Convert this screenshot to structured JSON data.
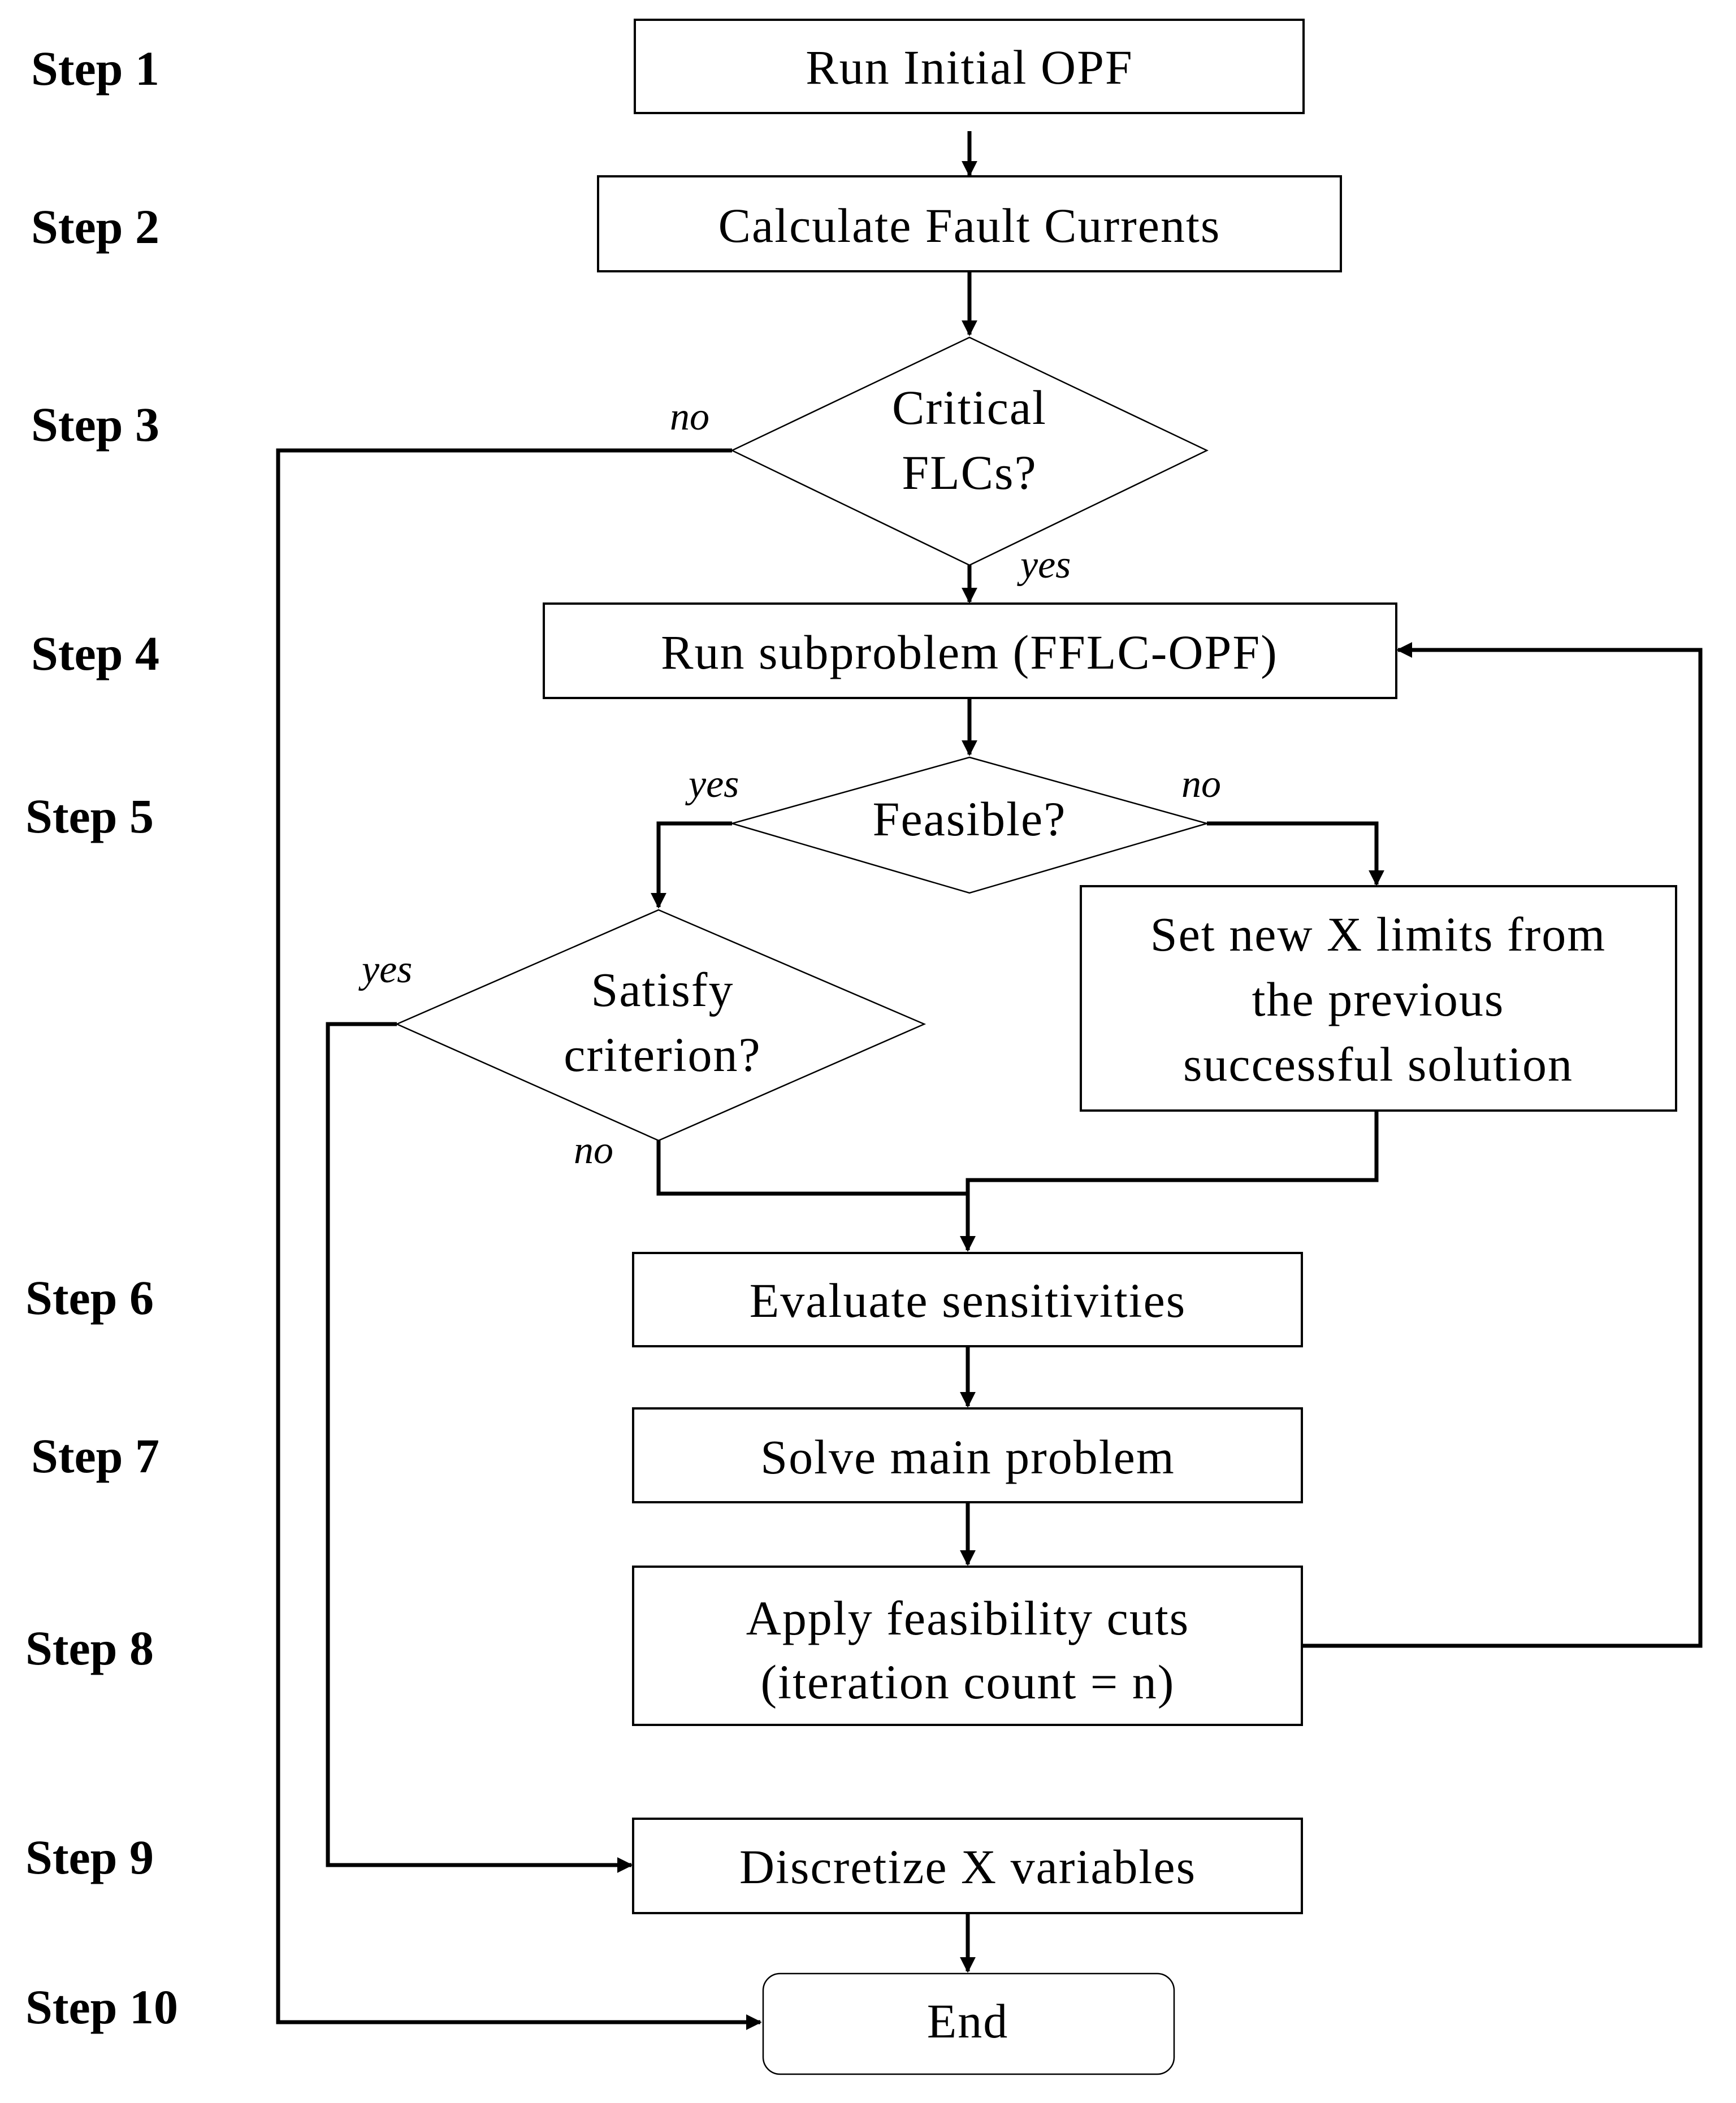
{
  "steps": [
    "Step 1",
    "Step 2",
    "Step 3",
    "Step 4",
    "Step 5",
    "Step 6",
    "Step 7",
    "Step 8",
    "Step 9",
    "Step 10"
  ],
  "nodes": {
    "run_initial_opf": "Run Initial OPF",
    "calculate_fault_currents": "Calculate Fault Currents",
    "critical_flcs": [
      "Critical",
      "FLCs?"
    ],
    "run_subproblem": "Run subproblem (FFLC-OPF)",
    "feasible": "Feasible?",
    "satisfy_criterion": [
      "Satisfy",
      "criterion?"
    ],
    "set_new_limits": [
      "Set new X limits from",
      "the previous",
      "successful solution"
    ],
    "evaluate_sensitivities": "Evaluate sensitivities",
    "solve_main_problem": "Solve main problem",
    "apply_feasibility_cuts": [
      "Apply feasibility cuts",
      "(iteration count = n)"
    ],
    "discretize_x": "Discretize X variables",
    "end": "End"
  },
  "branch_labels": {
    "critical_no": "no",
    "critical_yes": "yes",
    "feasible_yes": "yes",
    "feasible_no": "no",
    "criterion_yes": "yes",
    "criterion_no": "no"
  }
}
